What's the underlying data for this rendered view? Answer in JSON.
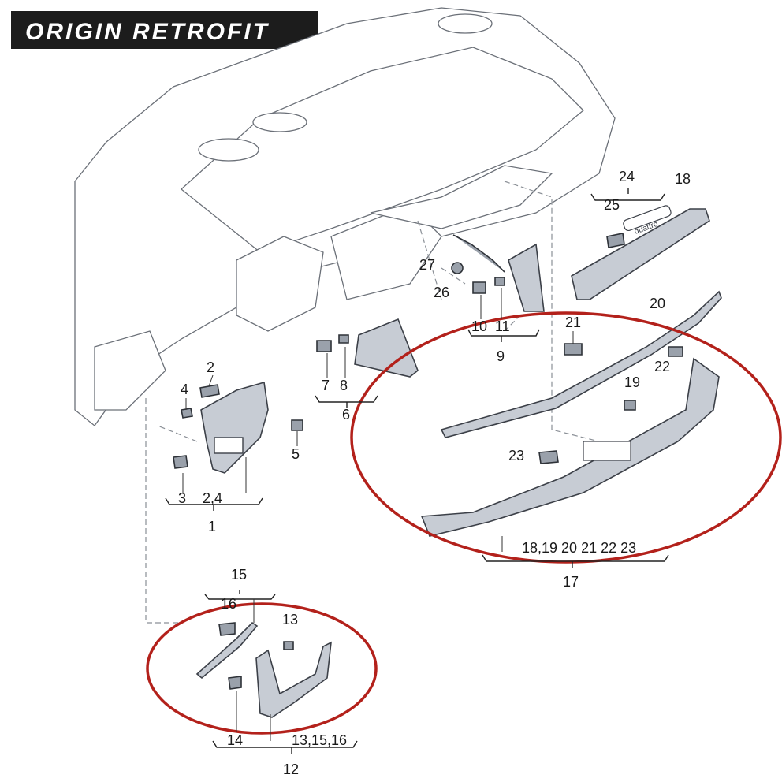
{
  "brand": "ORIGIN RETROFIT",
  "labels": {
    "l1": "1",
    "l2": "2",
    "l24a": "2,4",
    "l3": "3",
    "l4": "4",
    "l5": "5",
    "l6": "6",
    "l7": "7",
    "l8": "8",
    "l9": "9",
    "l10": "10",
    "l11": "11",
    "l12": "12",
    "l13": "13",
    "l131516": "13,15,16",
    "l14": "14",
    "l15": "15",
    "l16": "16",
    "l17": "17",
    "l18": "18",
    "l1823": "18,19 20 21 22 23",
    "l19": "19",
    "l20": "20",
    "l21": "21",
    "l22": "22",
    "l23": "23",
    "l24": "24",
    "l25": "25",
    "l26": "26",
    "l27": "27"
  },
  "badge_text": "quattro",
  "colors": {
    "highlight_ring": "#b3211b",
    "part_fill": "#c7ccd4",
    "line": "#3c4048"
  }
}
